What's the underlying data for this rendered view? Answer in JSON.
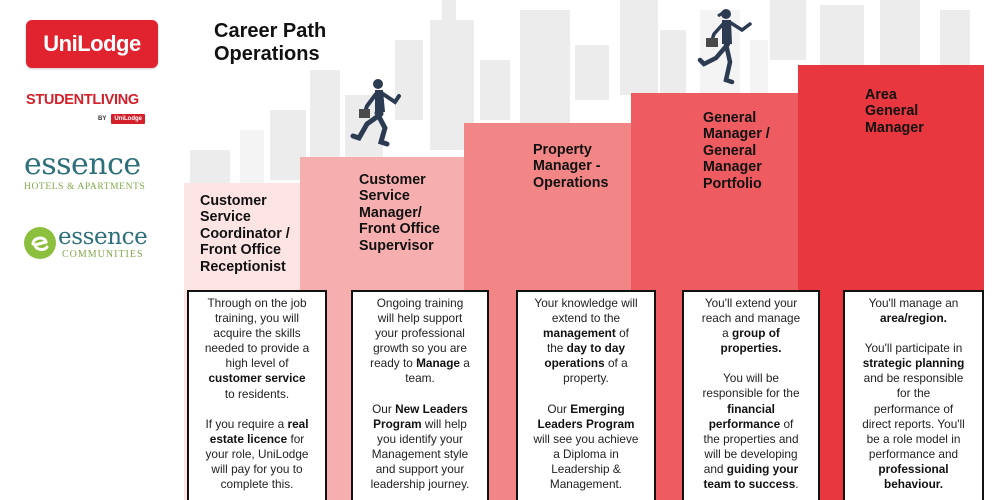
{
  "header": {
    "title_line1": "Career Path",
    "title_line2": "Operations"
  },
  "logos": {
    "unilodge": "UniLodge",
    "student_living": "STUDENTLIVING",
    "student_living_by": "BY",
    "student_living_badge": "UniLodge",
    "essence_hotels_word": "essence",
    "essence_hotels_sub": "HOTELS & APARTMENTS",
    "essence_communities_word": "essence",
    "essence_communities_sub": "COMMUNITIES"
  },
  "colors": {
    "step1": "#fce4e4",
    "step2": "#f6aeae",
    "step3": "#f28686",
    "step4": "#ee5b60",
    "step5": "#e8373f",
    "brand_red": "#e1232f"
  },
  "steps": [
    {
      "title_lines": [
        "Customer",
        "Service",
        "Coordinator /",
        "Front Office",
        "Receptionist"
      ],
      "desc": [
        [
          {
            "t": "Through on the job"
          }
        ],
        [
          {
            "t": "training, you will"
          }
        ],
        [
          {
            "t": "acquire the skills"
          }
        ],
        [
          {
            "t": "needed to provide a"
          }
        ],
        [
          {
            "t": "high level of"
          }
        ],
        [
          {
            "t": "customer service",
            "b": true
          }
        ],
        [
          {
            "t": "to residents."
          }
        ],
        [],
        [
          {
            "t": "If you require a "
          },
          {
            "t": "real",
            "b": true
          }
        ],
        [
          {
            "t": "estate licence",
            "b": true
          },
          {
            "t": " for"
          }
        ],
        [
          {
            "t": "your role, UniLodge"
          }
        ],
        [
          {
            "t": "will pay for you to"
          }
        ],
        [
          {
            "t": "complete this."
          }
        ]
      ]
    },
    {
      "title_lines": [
        "Customer",
        "Service",
        "Manager/",
        "Front Office",
        "Supervisor"
      ],
      "desc": [
        [
          {
            "t": "Ongoing training"
          }
        ],
        [
          {
            "t": "will help support"
          }
        ],
        [
          {
            "t": "your professional"
          }
        ],
        [
          {
            "t": "growth so you are"
          }
        ],
        [
          {
            "t": "ready to "
          },
          {
            "t": "Manage",
            "b": true
          },
          {
            "t": " a"
          }
        ],
        [
          {
            "t": "team."
          }
        ],
        [],
        [
          {
            "t": "Our "
          },
          {
            "t": "New Leaders",
            "b": true
          }
        ],
        [
          {
            "t": "Program",
            "b": true
          },
          {
            "t": " will help"
          }
        ],
        [
          {
            "t": "you identify your"
          }
        ],
        [
          {
            "t": "Management style"
          }
        ],
        [
          {
            "t": "and support your"
          }
        ],
        [
          {
            "t": "leadership journey."
          }
        ]
      ]
    },
    {
      "title_lines": [
        "Property",
        "Manager -",
        "Operations"
      ],
      "desc": [
        [
          {
            "t": "Your knowledge will"
          }
        ],
        [
          {
            "t": "extend to the"
          }
        ],
        [
          {
            "t": "management",
            "b": true
          },
          {
            "t": " of"
          }
        ],
        [
          {
            "t": "the "
          },
          {
            "t": "day to day",
            "b": true
          }
        ],
        [
          {
            "t": "operations",
            "b": true
          },
          {
            "t": " of  a"
          }
        ],
        [
          {
            "t": "property."
          }
        ],
        [],
        [
          {
            "t": "Our "
          },
          {
            "t": "Emerging",
            "b": true
          }
        ],
        [
          {
            "t": "Leaders Program",
            "b": true
          }
        ],
        [
          {
            "t": "will see you achieve"
          }
        ],
        [
          {
            "t": "a Diploma in"
          }
        ],
        [
          {
            "t": "Leadership &"
          }
        ],
        [
          {
            "t": "Management."
          }
        ]
      ]
    },
    {
      "title_lines": [
        "General",
        "Manager /",
        "General",
        "Manager",
        "Portfolio"
      ],
      "desc": [
        [
          {
            "t": "You'll extend your"
          }
        ],
        [
          {
            "t": "reach and manage"
          }
        ],
        [
          {
            "t": "a "
          },
          {
            "t": "group of",
            "b": true
          }
        ],
        [
          {
            "t": "properties.",
            "b": true
          }
        ],
        [],
        [
          {
            "t": "You will be"
          }
        ],
        [
          {
            "t": "responsible for the"
          }
        ],
        [
          {
            "t": "financial",
            "b": true
          }
        ],
        [
          {
            "t": "performance",
            "b": true
          },
          {
            "t": " of"
          }
        ],
        [
          {
            "t": "the properties and"
          }
        ],
        [
          {
            "t": "will be developing"
          }
        ],
        [
          {
            "t": "and "
          },
          {
            "t": "guiding your",
            "b": true
          }
        ],
        [
          {
            "t": "team to success",
            "b": true
          },
          {
            "t": "."
          }
        ]
      ]
    },
    {
      "title_lines": [
        "Area",
        "General",
        "Manager"
      ],
      "desc": [
        [
          {
            "t": "You'll manage an"
          }
        ],
        [
          {
            "t": "area/region.",
            "b": true
          }
        ],
        [],
        [
          {
            "t": "You'll participate in"
          }
        ],
        [
          {
            "t": "strategic planning",
            "b": true
          }
        ],
        [
          {
            "t": "and be responsible"
          }
        ],
        [
          {
            "t": "for the"
          }
        ],
        [
          {
            "t": "performance of"
          }
        ],
        [
          {
            "t": "direct reports. You'll"
          }
        ],
        [
          {
            "t": "be a role model in"
          }
        ],
        [
          {
            "t": "performance and"
          }
        ],
        [
          {
            "t": "professional",
            "b": true
          }
        ],
        [
          {
            "t": "behaviour.",
            "b": true
          }
        ]
      ]
    }
  ]
}
